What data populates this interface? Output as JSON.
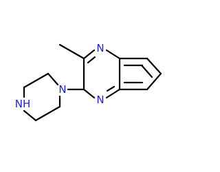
{
  "structure": {
    "atoms": {
      "n_ring_top": "N",
      "n_ring_bottom": "N",
      "n_piperazine_attach": "N",
      "nh_piperazine": "NH"
    },
    "colors": {
      "nitrogen": "#1a1aff",
      "bond": "#000000",
      "background": "#ffffff"
    }
  }
}
